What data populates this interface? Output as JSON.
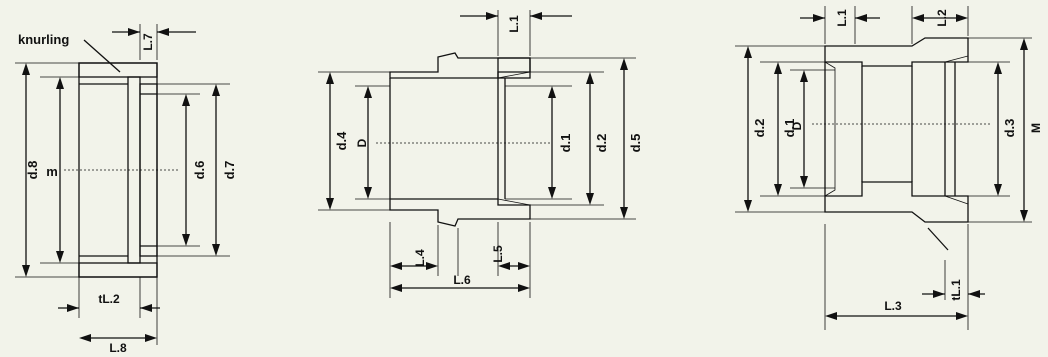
{
  "colors": {
    "background": "#f2f3ea",
    "ink": "#111111"
  },
  "fig1": {
    "knurling": "knurling",
    "L7": "L.7",
    "d8": "d.8",
    "m": "m",
    "d6": "d.6",
    "d7": "d.7",
    "tL2": "tL.2",
    "L8": "L.8"
  },
  "fig2": {
    "L1": "L.1",
    "d4": "d.4",
    "D": "D",
    "d1": "d.1",
    "d2": "d.2",
    "d5": "d.5",
    "L4": "L.4",
    "L5": "L.5",
    "L6": "L.6"
  },
  "fig3": {
    "L1": "L.1",
    "L2": "L.2",
    "d2": "d.2",
    "d1": "d.1",
    "D": "D",
    "d3": "d.3",
    "M": "M",
    "L3": "L.3",
    "tL1": "tL.1"
  }
}
